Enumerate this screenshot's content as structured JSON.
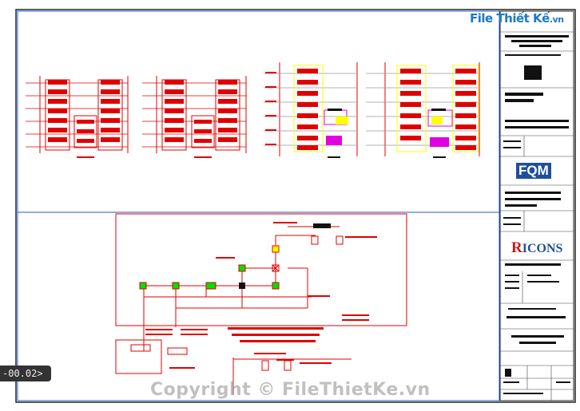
{
  "brand": {
    "site_logo": "File Thiết Kế",
    "site_logo_tld": ".vn"
  },
  "command_line": {
    "text": "-00.02>"
  },
  "watermark": {
    "text": "Copyright © FileThietKe.vn"
  },
  "title_block": {
    "logo1": "FQM",
    "logo2": "ICONS",
    "logo2_initial": "R"
  },
  "colors": {
    "drawing_line": "#e00000",
    "frame": "#1e5cc8",
    "text_block": "#111111",
    "highlight_yellow": "#ffff00",
    "highlight_magenta": "#e000e0",
    "highlight_green": "#00e000"
  }
}
